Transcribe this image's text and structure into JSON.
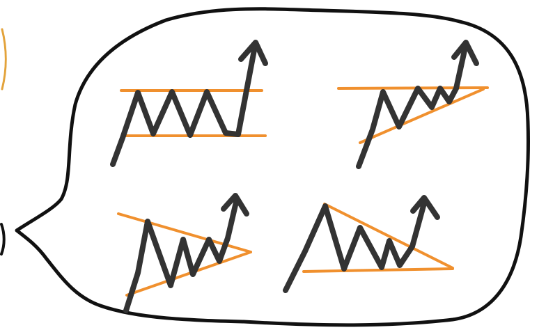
{
  "colors": {
    "background": "#ffffff",
    "bubble_outline": "#111111",
    "trendline": "#f0902e",
    "price_line": "#333333"
  },
  "speech_bubble": {
    "shape": "speech-bubble",
    "tail_side": "left"
  },
  "patterns": [
    {
      "id": "rectangle",
      "shape": "rectangle-breakout-up",
      "lines": [
        "horizontal-resistance",
        "horizontal-support"
      ],
      "breakout": "up-arrow"
    },
    {
      "id": "ascending-triangle",
      "shape": "ascending-triangle-breakout-up",
      "lines": [
        "horizontal-resistance",
        "rising-support"
      ],
      "breakout": "up-arrow"
    },
    {
      "id": "symmetrical-triangle",
      "shape": "symmetrical-triangle-breakout-up",
      "lines": [
        "falling-resistance",
        "rising-support"
      ],
      "breakout": "up-arrow"
    },
    {
      "id": "descending-triangle",
      "shape": "descending-triangle-breakout-up",
      "lines": [
        "falling-resistance",
        "horizontal-support"
      ],
      "breakout": "up-arrow"
    }
  ]
}
